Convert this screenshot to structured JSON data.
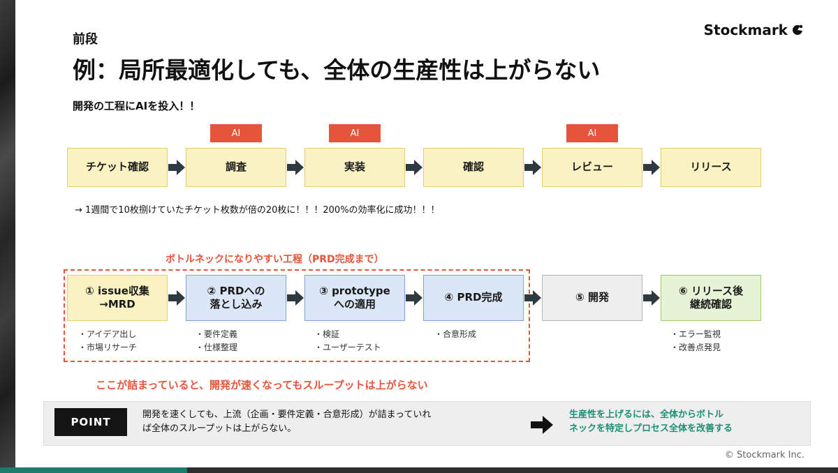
{
  "slide": {
    "section_label": "前段",
    "title": "例：局所最適化しても、全体の生産性は上がらない",
    "logo_text": "Stockmark",
    "subheading": "開発の工程にAIを投入！！",
    "ai_tag": "AI",
    "flow1": [
      "チケット確認",
      "調査",
      "実装",
      "確認",
      "レビュー",
      "リリース"
    ],
    "result": "→ 1週間で10枚捌けていたチケット枚数が倍の20枚に！！！200%の効率化に成功！！！",
    "bottleneck_title": "ボトルネックになりやすい工程（PRD完成まで）",
    "flow2": [
      {
        "line1": "① issue収集",
        "line2": "→MRD",
        "bullets": [
          "・アイデア出し",
          "・市場リサーチ"
        ]
      },
      {
        "line1": "② PRDへの",
        "line2": "落とし込み",
        "bullets": [
          "・要件定義",
          "・仕様整理"
        ]
      },
      {
        "line1": "③ prototype",
        "line2": "への適用",
        "bullets": [
          "・検証",
          "・ユーザーテスト"
        ]
      },
      {
        "line1": "④ PRD完成",
        "line2": "",
        "bullets": [
          "・合意形成"
        ]
      },
      {
        "line1": "⑤ 開発",
        "line2": "",
        "bullets": []
      },
      {
        "line1": "⑥ リリース後",
        "line2": "継続確認",
        "bullets": [
          "・エラー監視",
          "・改善点発見"
        ]
      }
    ],
    "warning": "ここが詰まっていると、開発が速くなってもスループットは上がらない",
    "point": {
      "badge": "POINT",
      "text_line1": "開発を速くしても、上流（企画・要件定義・合意形成）が詰まっていれ",
      "text_line2": "ば全体のスループットは上がらない。",
      "conclusion_line1": "生産性を上げるには、全体からボトル",
      "conclusion_line2": "ネックを特定しプロセス全体を改善する"
    },
    "copyright": "© Stockmark Inc."
  },
  "colors": {
    "accent_red": "#e6553b",
    "accent_green": "#1d8f76",
    "yellow_box": "#fbf2c3",
    "blue_box": "#dbe6f6",
    "gray_box": "#eeeeee",
    "green_box": "#e6f3d6"
  }
}
